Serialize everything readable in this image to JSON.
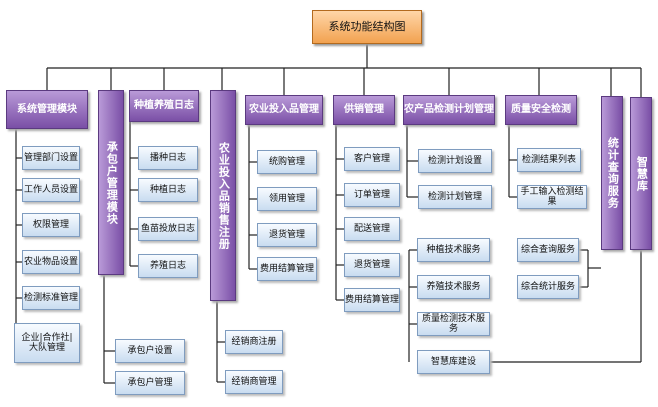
{
  "root": "系统功能结构图",
  "modules": [
    {
      "id": "m1",
      "title": "系统管理模块",
      "items": [
        "管理部门设置",
        "工作人员设置",
        "权限管理",
        "农业物品设置",
        "检测标准管理",
        "企业|合作社|大队管理"
      ]
    },
    {
      "id": "m2",
      "title": "承包户管理模块",
      "items": [
        "承包户设置",
        "承包户管理"
      ]
    },
    {
      "id": "m3",
      "title": "种植养殖日志",
      "items": [
        "播种日志",
        "种植日志",
        "鱼苗投放日志",
        "养殖日志"
      ]
    },
    {
      "id": "m4",
      "title": "农业投入品销售注册",
      "items": [
        "经销商注册",
        "经销商管理"
      ]
    },
    {
      "id": "m5",
      "title": "农业投入品管理",
      "items": [
        "统购管理",
        "领用管理",
        "退货管理",
        "费用结算管理"
      ]
    },
    {
      "id": "m6",
      "title": "供销管理",
      "items": [
        "客户管理",
        "订单管理",
        "配送管理",
        "退货管理",
        "费用结算管理"
      ]
    },
    {
      "id": "m7",
      "title": "农产品检测计划管理",
      "items": [
        "检测计划设置",
        "检测计划管理"
      ]
    },
    {
      "id": "m8",
      "title": "质量安全检测",
      "items": [
        "检测结果列表",
        "手工输入检测结果"
      ]
    },
    {
      "id": "m9",
      "title": "统计查询服务",
      "items": [
        "综合查询服务",
        "综合统计服务"
      ]
    },
    {
      "id": "m10",
      "title": "智慧库",
      "items": [
        "种植技术服务",
        "养殖技术服务",
        "质量检测技术服务",
        "智慧库建设"
      ]
    }
  ]
}
